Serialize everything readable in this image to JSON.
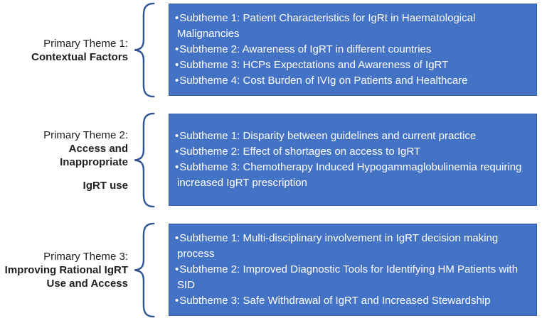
{
  "bullet_char": "•",
  "colors": {
    "box_fill": "#4472C4",
    "box_border": "#3A5DA8",
    "brace": "#2F5597",
    "box_text": "#FFFFFF",
    "label_text": "#1F1F1F"
  },
  "themes": [
    {
      "label_lines": [
        {
          "text": "Primary Theme 1:"
        },
        {
          "text": "Contextual Factors"
        }
      ],
      "subthemes": [
        "Subtheme 1: Patient Characteristics for IgRt in Haematological Malignancies",
        "Subtheme 2: Awareness of IgRT in different countries",
        "Subtheme 3: HCPs Expectations and Awareness of IgRT",
        "Subtheme 4: Cost Burden of IVIg on Patients and Healthcare"
      ]
    },
    {
      "label_lines": [
        {
          "text": "Primary Theme 2:"
        },
        {
          "text": "Access and"
        },
        {
          "text": "Inappropriate"
        },
        {
          "text": "IgRT use"
        }
      ],
      "subthemes": [
        "Subtheme 1: Disparity between guidelines and current practice",
        "Subtheme 2: Effect of shortages on access to IgRT",
        "Subtheme 3: Chemotherapy Induced Hypogammaglobulinemia requiring increased IgRT prescription"
      ]
    },
    {
      "label_lines": [
        {
          "text": "Primary Theme 3:"
        },
        {
          "text": "Improving Rational IgRT"
        },
        {
          "text": "Use and Access"
        }
      ],
      "subthemes": [
        "Subtheme 1: Multi-disciplinary involvement in IgRT decision making process",
        "Subtheme 2: Improved Diagnostic Tools for Identifying HM Patients with SID",
        "Subtheme 3: Safe Withdrawal of IgRT and Increased Stewardship"
      ]
    }
  ]
}
